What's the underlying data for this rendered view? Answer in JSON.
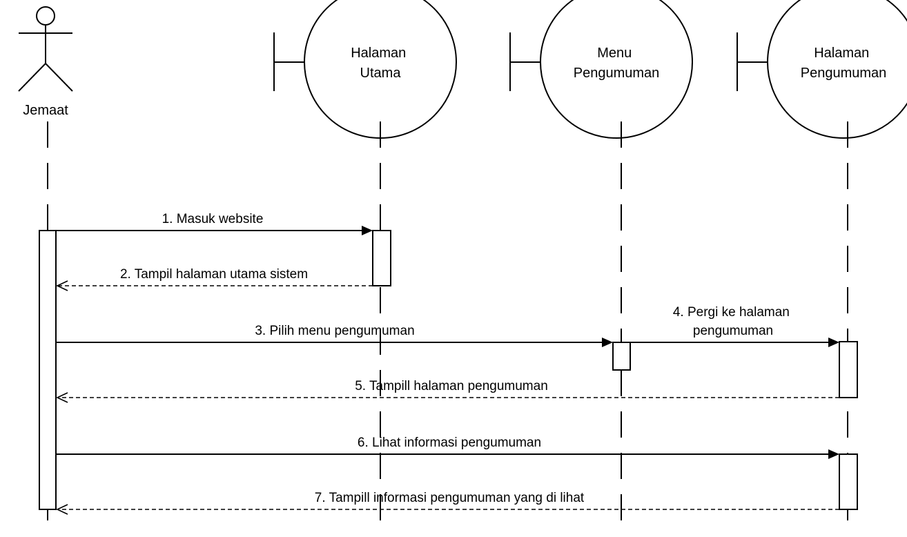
{
  "diagram_type": "sequence",
  "participants": [
    {
      "kind": "actor",
      "lines": [
        "Jemaat"
      ]
    },
    {
      "kind": "boundary",
      "lines": [
        "Halaman",
        "Utama"
      ]
    },
    {
      "kind": "boundary",
      "lines": [
        "Menu",
        "Pengumuman"
      ]
    },
    {
      "kind": "boundary",
      "lines": [
        "Halaman",
        "Pengumuman"
      ]
    }
  ],
  "messages": [
    {
      "from": 0,
      "to": 1,
      "type": "sync",
      "lines": [
        "1. Masuk website"
      ]
    },
    {
      "from": 1,
      "to": 0,
      "type": "return",
      "lines": [
        "2. Tampil halaman utama sistem"
      ]
    },
    {
      "from": 0,
      "to": 2,
      "type": "sync",
      "lines": [
        "3. Pilih menu pengumuman"
      ]
    },
    {
      "from": 2,
      "to": 3,
      "type": "sync",
      "lines": [
        "4. Pergi ke halaman",
        "pengumuman"
      ]
    },
    {
      "from": 3,
      "to": 0,
      "type": "return",
      "lines": [
        "5. Tampill halaman pengumuman"
      ]
    },
    {
      "from": 0,
      "to": 3,
      "type": "sync",
      "lines": [
        "6. Lihat informasi pengumuman"
      ]
    },
    {
      "from": 3,
      "to": 0,
      "type": "return",
      "lines": [
        "7. Tampill informasi pengumuman yang di lihat"
      ]
    }
  ]
}
